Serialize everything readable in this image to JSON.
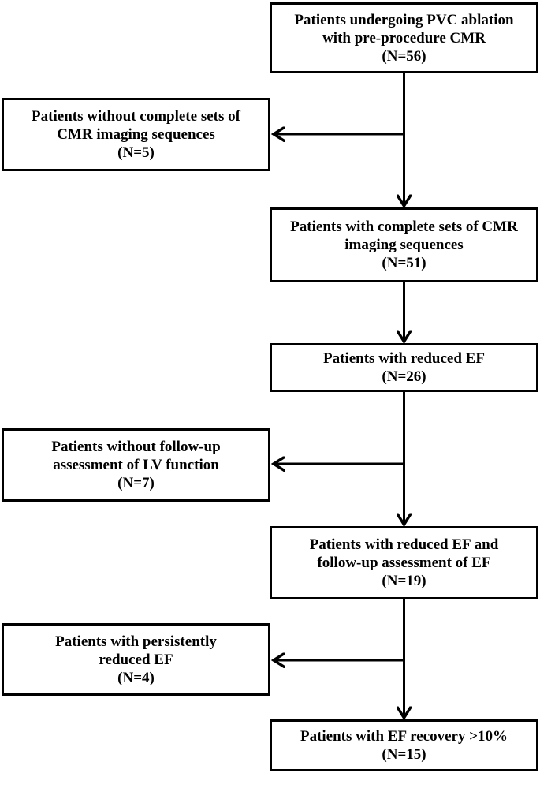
{
  "flow": {
    "main": [
      {
        "label": "Patients undergoing PVC ablation\nwith pre-procedure CMR\n(N=56)",
        "n": 56
      },
      {
        "label": "Patients with complete sets of CMR\nimaging sequences\n(N=51)",
        "n": 51
      },
      {
        "label": "Patients with reduced EF\n(N=26)",
        "n": 26
      },
      {
        "label": "Patients with reduced EF and\nfollow-up assessment of EF\n(N=19)",
        "n": 19
      },
      {
        "label": "Patients with EF recovery >10%\n(N=15)",
        "n": 15
      }
    ],
    "exclusions": [
      {
        "label": "Patients without complete sets of\nCMR imaging sequences\n(N=5)",
        "n": 5
      },
      {
        "label": "Patients without follow-up\nassessment of LV function\n(N=7)",
        "n": 7
      },
      {
        "label": "Patients with persistently\nreduced EF\n(N=4)",
        "n": 4
      }
    ]
  },
  "colors": {
    "line": "#000000",
    "text": "#000000",
    "box_border": "#000000",
    "box_fill": "#ffffff",
    "background": "#ffffff"
  }
}
